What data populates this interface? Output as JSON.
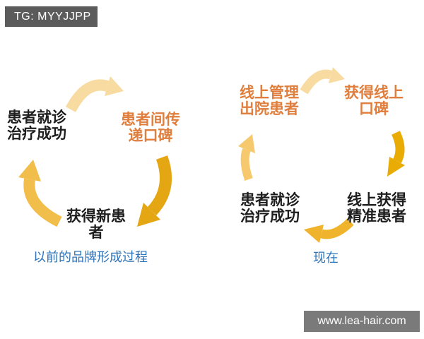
{
  "header": {
    "tag": "TG: MYYJJPP"
  },
  "watermark": {
    "text": "www.lea-hair.com"
  },
  "colors": {
    "tag_bg": "#5B5B5B",
    "watermark_bg": "#7A7A7A",
    "dark_text": "#1E1E1E",
    "orange_text": "#DF7E3D",
    "blue_text": "#2E74B8",
    "arrow_pale": "#F8DBA0",
    "arrow_light": "#F6C96E",
    "arrow_medium": "#F1BE4B",
    "arrow_gold": "#F0B42C",
    "arrow_dark": "#E4A713",
    "arrow_dark2": "#E9AC04"
  },
  "left_cycle": {
    "node_success": "患者就诊\n治疗成功",
    "node_word_of_mouth": "患者间传\n递口碑",
    "node_new_patients": "获得新患\n者",
    "caption": "以前的品牌形成过程"
  },
  "right_cycle": {
    "node_manage_discharged": "线上管理\n出院患者",
    "node_online_reputation": "获得线上\n口碑",
    "node_precise_patients": "线上获得\n精准患者",
    "node_success": "患者就诊\n治疗成功",
    "caption": "现在"
  }
}
